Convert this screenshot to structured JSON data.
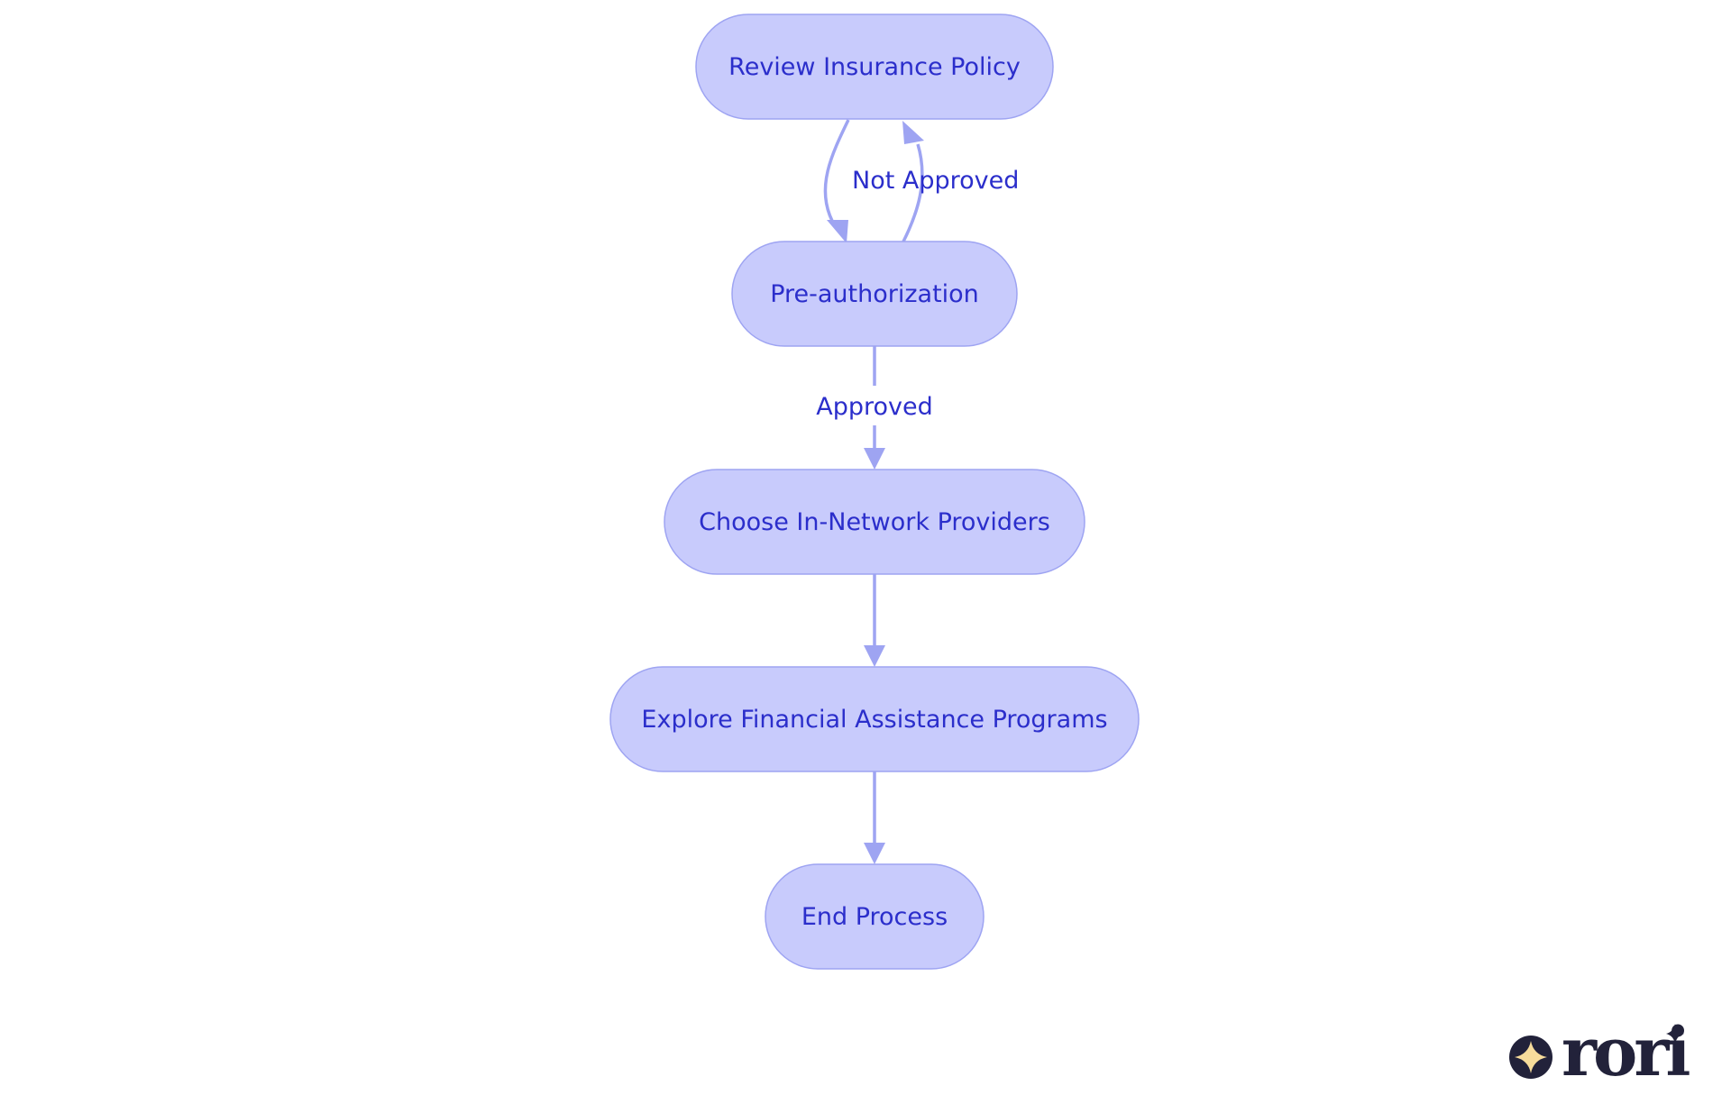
{
  "colors": {
    "node_fill": "#c8cbfc",
    "node_stroke": "#9ea4f2",
    "edge": "#9ea4f2",
    "text": "#2b2ecb",
    "logo": "#22223a",
    "logo_star": "#f7dc9b"
  },
  "diagram": {
    "nodes": [
      {
        "id": "review",
        "label": "Review Insurance Policy"
      },
      {
        "id": "preauth",
        "label": "Pre-authorization"
      },
      {
        "id": "choose",
        "label": "Choose In-Network Providers"
      },
      {
        "id": "explore",
        "label": "Explore Financial Assistance Programs"
      },
      {
        "id": "end",
        "label": "End Process"
      }
    ],
    "edges": [
      {
        "from": "review",
        "to": "preauth",
        "label": ""
      },
      {
        "from": "preauth",
        "to": "review",
        "label": "Not Approved"
      },
      {
        "from": "preauth",
        "to": "choose",
        "label": "Approved"
      },
      {
        "from": "choose",
        "to": "explore",
        "label": ""
      },
      {
        "from": "explore",
        "to": "end",
        "label": ""
      }
    ]
  },
  "logo": {
    "text": "rori",
    "icon": "sparkle-icon"
  }
}
